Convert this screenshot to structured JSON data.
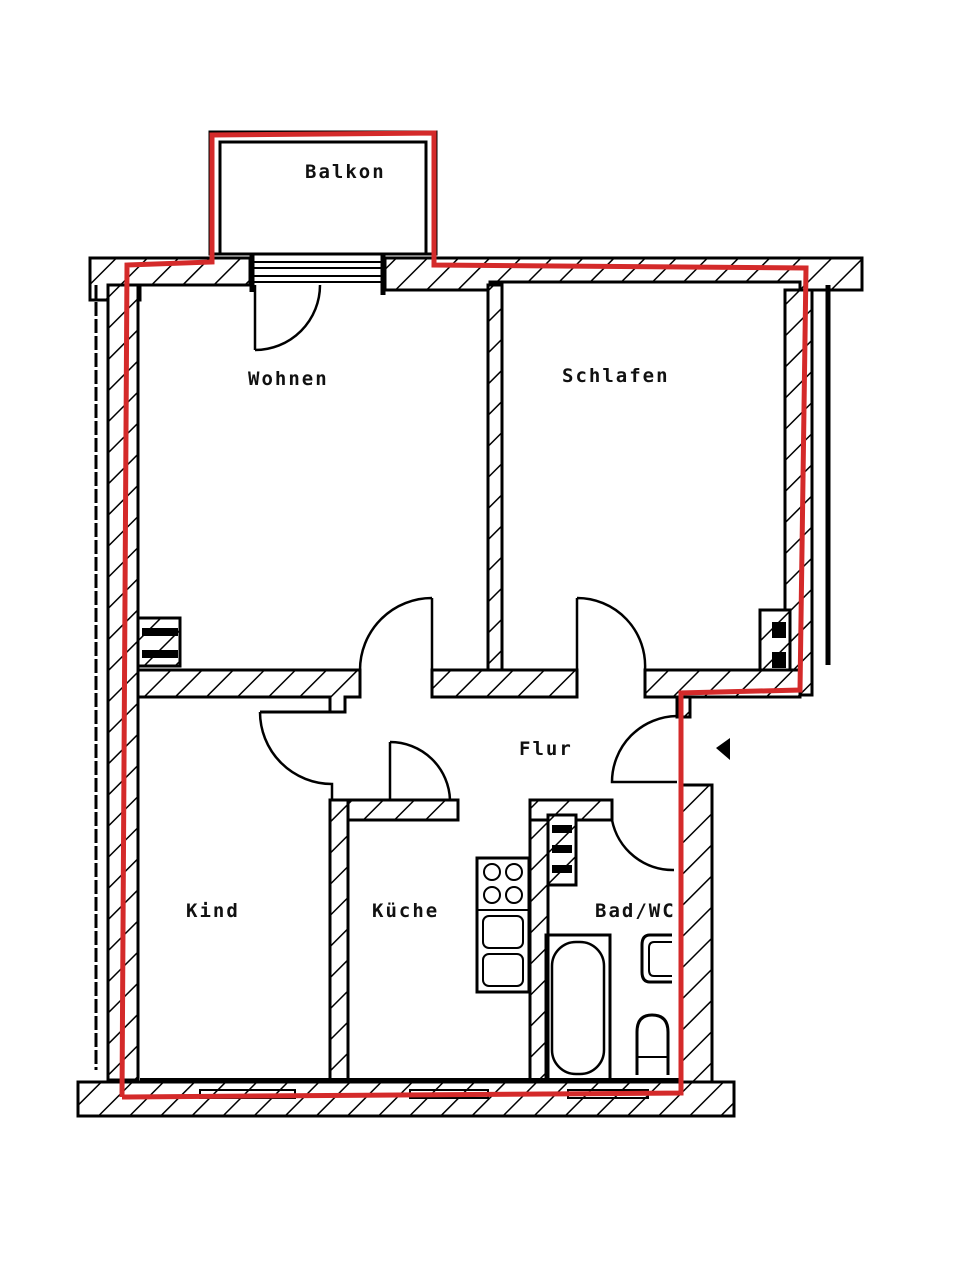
{
  "plan": {
    "type": "apartment-floor-plan",
    "rooms": [
      {
        "id": "balkon",
        "label": "Balkon"
      },
      {
        "id": "wohnen",
        "label": "Wohnen"
      },
      {
        "id": "schlafen",
        "label": "Schlafen"
      },
      {
        "id": "flur",
        "label": "Flur"
      },
      {
        "id": "kind",
        "label": "Kind"
      },
      {
        "id": "kueche",
        "label": "Küche"
      },
      {
        "id": "bad",
        "label": "Bad/WC"
      }
    ],
    "entrance_marker": "entrance-arrow",
    "outline_color": "#d42a2a",
    "wall_color": "#000000"
  }
}
